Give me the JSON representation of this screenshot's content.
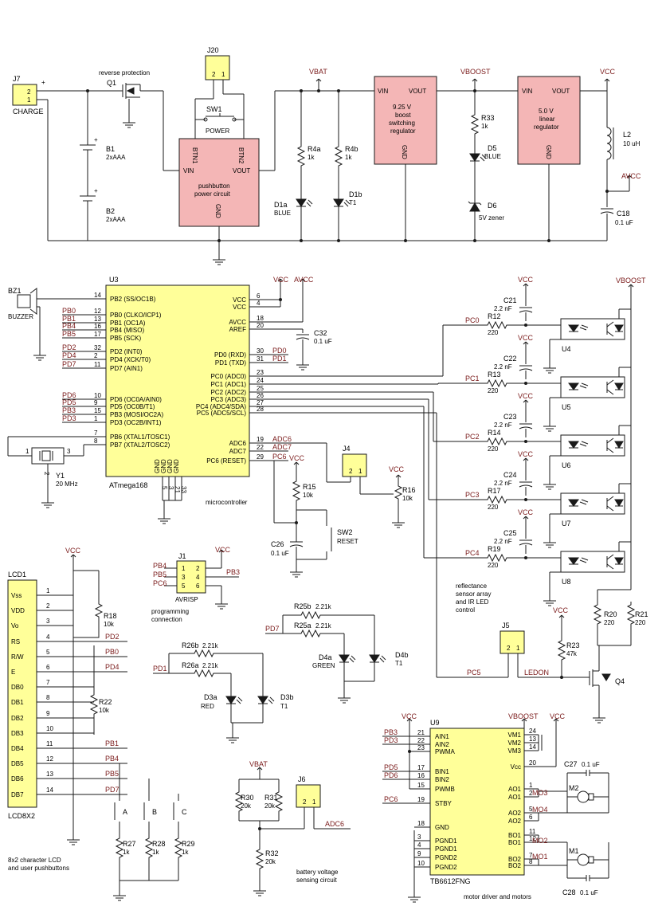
{
  "power": {
    "j7": {
      "ref": "J7",
      "label": "CHARGE",
      "pin2": "2",
      "pin1": "1",
      "plus": "+"
    },
    "q1": {
      "ref": "Q1",
      "label": "reverse protection"
    },
    "b1": {
      "ref": "B1",
      "value": "2xAAA"
    },
    "b2": {
      "ref": "B2",
      "value": "2xAAA"
    },
    "j20": {
      "ref": "J20",
      "pin2": "2",
      "pin1": "1"
    },
    "sw1": {
      "ref": "SW1",
      "label": "POWER"
    },
    "pb": {
      "btn1": "BTN1",
      "btn2": "BTN2",
      "vin": "VIN",
      "vout": "VOUT",
      "gnd": "GND",
      "line1": "pushbutton",
      "line2": "power circuit"
    },
    "vbat": "VBAT",
    "r4a": {
      "ref": "R4a",
      "value": "1k"
    },
    "r4b": {
      "ref": "R4b",
      "value": "1k"
    },
    "d1a": {
      "ref": "D1a",
      "color": "BLUE"
    },
    "d1b": {
      "ref": "D1b",
      "net": "T1"
    },
    "boost": {
      "vin": "VIN",
      "vout": "VOUT",
      "gnd": "GND",
      "l1": "9.25 V",
      "l2": "boost",
      "l3": "switching",
      "l4": "regulator"
    },
    "vboost": "VBOOST",
    "r33": {
      "ref": "R33",
      "value": "1k"
    },
    "d5": {
      "ref": "D5",
      "color": "BLUE"
    },
    "d6": {
      "ref": "D6",
      "value": "5V zener"
    },
    "lin": {
      "vin": "VIN",
      "vout": "VOUT",
      "gnd": "GND",
      "l1": "5.0 V",
      "l2": "linear",
      "l3": "regulator"
    },
    "vcc": "VCC",
    "l2": {
      "ref": "L2",
      "value": "10 uH"
    },
    "avcc": "AVCC",
    "c18": {
      "ref": "C18",
      "value": "0.1 uF"
    }
  },
  "mcu": {
    "ref": "U3",
    "part": "ATmega168",
    "caption": "microcontroller",
    "left_pins": [
      {
        "num": "14",
        "net": "",
        "name": "PB2 (SS/OC1B)"
      },
      {
        "num": "12",
        "net": "PB0",
        "name": "PB0 (CLKO/ICP1)"
      },
      {
        "num": "13",
        "net": "PB1",
        "name": "PB1 (OC1A)"
      },
      {
        "num": "16",
        "net": "PB4",
        "name": "PB4 (MISO)"
      },
      {
        "num": "17",
        "net": "PB5",
        "name": "PB5 (SCK)"
      },
      {
        "num": "32",
        "net": "PD2",
        "name": "PD2 (INT0)"
      },
      {
        "num": "2",
        "net": "PD4",
        "name": "PD4 (XCK/T0)"
      },
      {
        "num": "11",
        "net": "PD7",
        "name": "PD7 (AIN1)"
      },
      {
        "num": "10",
        "net": "PD6",
        "name": "PD6 (OC0A/AIN0)"
      },
      {
        "num": "9",
        "net": "PD5",
        "name": "PD5 (OC0B/T1)"
      },
      {
        "num": "15",
        "net": "PB3",
        "name": "PB3 (MOSI/OC2A)"
      },
      {
        "num": "1",
        "net": "PD3",
        "name": "PD3 (OC2B/INT1)"
      },
      {
        "num": "7",
        "net": "",
        "name": "PB6 (XTAL1/TOSC1)"
      },
      {
        "num": "8",
        "net": "",
        "name": "PB7 (XTAL2/TOSC2)"
      }
    ],
    "right_pins": [
      {
        "num": "6",
        "name": "VCC",
        "net": ""
      },
      {
        "num": "4",
        "name": "VCC",
        "net": ""
      },
      {
        "num": "18",
        "name": "AVCC",
        "net": ""
      },
      {
        "num": "20",
        "name": "AREF",
        "net": ""
      },
      {
        "num": "30",
        "name": "PD0 (RXD)",
        "net": "PD0"
      },
      {
        "num": "31",
        "name": "PD1 (TXD)",
        "net": "PD1"
      },
      {
        "num": "23",
        "name": "PC0 (ADC0)",
        "net": ""
      },
      {
        "num": "24",
        "name": "PC1 (ADC1)",
        "net": ""
      },
      {
        "num": "25",
        "name": "PC2 (ADC2)",
        "net": ""
      },
      {
        "num": "26",
        "name": "PC3 (ADC3)",
        "net": ""
      },
      {
        "num": "27",
        "name": "PC4 (ADC4/SDA)",
        "net": ""
      },
      {
        "num": "28",
        "name": "PC5 (ADC5/SCL)",
        "net": ""
      },
      {
        "num": "19",
        "name": "ADC6",
        "net": "ADC6"
      },
      {
        "num": "22",
        "name": "ADC7",
        "net": "ADC7"
      },
      {
        "num": "29",
        "name": "PC6 (RESET)",
        "net": "PC6"
      }
    ],
    "gnd_pins": [
      "5",
      "3",
      "21",
      "33"
    ],
    "gnd_label": "GND",
    "vcc": "VCC",
    "avcc": "AVCC",
    "c32": {
      "ref": "C32",
      "value": "0.1 uF"
    },
    "bz1": {
      "ref": "BZ1",
      "label": "BUZZER"
    },
    "y1": {
      "ref": "Y1",
      "value": "20 MHz",
      "p1": "1",
      "p2": "2",
      "p3": "3"
    },
    "j4": {
      "ref": "J4",
      "p2": "2",
      "p1": "1"
    },
    "r16": {
      "ref": "R16",
      "value": "10k"
    },
    "r15": {
      "ref": "R15",
      "value": "10k"
    },
    "c26": {
      "ref": "C26",
      "value": "0.1 uF"
    },
    "sw2": {
      "ref": "SW2",
      "label": "RESET"
    }
  },
  "sensors": {
    "vcc": "VCC",
    "vboost": "VBOOST",
    "channels": [
      {
        "cap": "C21",
        "capv": "2.2 nF",
        "net": "PC0",
        "res": "R12",
        "resv": "220",
        "ref": "U4"
      },
      {
        "cap": "C22",
        "capv": "2.2 nF",
        "net": "PC1",
        "res": "R13",
        "resv": "220",
        "ref": "U5"
      },
      {
        "cap": "C23",
        "capv": "2.2 nF",
        "net": "PC2",
        "res": "R14",
        "resv": "220",
        "ref": "U6"
      },
      {
        "cap": "C24",
        "capv": "2.2 nF",
        "net": "PC3",
        "res": "R17",
        "resv": "220",
        "ref": "U7"
      },
      {
        "cap": "C25",
        "capv": "2.2 nF",
        "net": "PC4",
        "res": "R19",
        "resv": "220",
        "ref": "U8"
      }
    ],
    "caption": [
      "reflectance",
      "sensor array",
      "and IR LED",
      "control"
    ],
    "r20": {
      "ref": "R20",
      "value": "220"
    },
    "r21": {
      "ref": "R21",
      "value": "220"
    },
    "r23": {
      "ref": "R23",
      "value": "47k"
    },
    "j5": {
      "ref": "J5",
      "p2": "2",
      "p1": "1"
    },
    "q4": {
      "ref": "Q4"
    },
    "pc5": "PC5",
    "ledon": "LEDON"
  },
  "isp": {
    "ref": "J1",
    "label": "AVRISP",
    "caption1": "programming",
    "caption2": "connection",
    "vcc": "VCC",
    "nets_left": [
      "PB4",
      "PB5",
      "PC6"
    ],
    "net_right": "PB3",
    "pins": [
      "1",
      "2",
      "3",
      "4",
      "5",
      "6"
    ]
  },
  "leds": {
    "r25b": {
      "ref": "R25b",
      "value": "2.21k"
    },
    "r25a": {
      "ref": "R25a",
      "value": "2.21k"
    },
    "pd7": "PD7",
    "d4a": {
      "ref": "D4a",
      "color": "GREEN"
    },
    "d4b": {
      "ref": "D4b",
      "net": "T1"
    },
    "r26b": {
      "ref": "R26b",
      "value": "2.21k"
    },
    "r26a": {
      "ref": "R26a",
      "value": "2.21k"
    },
    "pd1": "PD1",
    "d3a": {
      "ref": "D3a",
      "color": "RED"
    },
    "d3b": {
      "ref": "D3b",
      "net": "T1"
    }
  },
  "lcd": {
    "ref": "LCD1",
    "part": "LCD8X2",
    "vcc": "VCC",
    "pins": [
      {
        "name": "Vss",
        "num": "1"
      },
      {
        "name": "VDD",
        "num": "2"
      },
      {
        "name": "Vo",
        "num": "3"
      },
      {
        "name": "RS",
        "num": "4"
      },
      {
        "name": "R/W",
        "num": "5"
      },
      {
        "name": "E",
        "num": "6"
      },
      {
        "name": "DB0",
        "num": "7"
      },
      {
        "name": "DB1",
        "num": "8"
      },
      {
        "name": "DB2",
        "num": "9"
      },
      {
        "name": "DB3",
        "num": "10"
      },
      {
        "name": "DB4",
        "num": "11"
      },
      {
        "name": "DB5",
        "num": "12"
      },
      {
        "name": "DB6",
        "num": "13"
      },
      {
        "name": "DB7",
        "num": "14"
      }
    ],
    "nets": {
      "rs": "PD2",
      "rw": "PB0",
      "e": "PD4",
      "db4": "PB1",
      "db5": "PB4",
      "db6": "PB5",
      "db7": "PD7"
    },
    "r18": {
      "ref": "R18",
      "value": "10k"
    },
    "r22": {
      "ref": "R22",
      "value": "10k"
    },
    "buttons": [
      "A",
      "B",
      "C"
    ],
    "r27": {
      "ref": "R27",
      "value": "1k"
    },
    "r28": {
      "ref": "R28",
      "value": "1k"
    },
    "r29": {
      "ref": "R29",
      "value": "1k"
    },
    "caption1": "8x2 character LCD",
    "caption2": "and user pushbuttons"
  },
  "battery": {
    "vbat": "VBAT",
    "r30": {
      "ref": "R30",
      "value": "20k"
    },
    "r31": {
      "ref": "R31",
      "value": "20k"
    },
    "r32": {
      "ref": "R32",
      "value": "20k"
    },
    "j6": {
      "ref": "J6",
      "p2": "2",
      "p1": "1"
    },
    "adc6": "ADC6",
    "caption1": "battery voltage",
    "caption2": "sensing circuit"
  },
  "motor": {
    "ref": "U9",
    "part": "TB6612FNG",
    "caption": "motor driver and motors",
    "vcc": "VCC",
    "vboost": "VBOOST",
    "left": [
      {
        "num": "21",
        "name": "AIN1",
        "net": "PB3"
      },
      {
        "num": "22",
        "name": "AIN2",
        "net": "PD3"
      },
      {
        "num": "23",
        "name": "PWMA",
        "net": ""
      },
      {
        "num": "17",
        "name": "BIN1",
        "net": "PD5"
      },
      {
        "num": "16",
        "name": "BIN2",
        "net": "PD6"
      },
      {
        "num": "15",
        "name": "PWMB",
        "net": ""
      },
      {
        "num": "19",
        "name": "STBY",
        "net": "PC6"
      },
      {
        "num": "18",
        "name": "GND",
        "net": ""
      },
      {
        "num": "3",
        "name": "PGND1",
        "net": ""
      },
      {
        "num": "4",
        "name": "PGND1",
        "net": ""
      },
      {
        "num": "9",
        "name": "PGND2",
        "net": ""
      },
      {
        "num": "10",
        "name": "PGND2",
        "net": ""
      }
    ],
    "right": [
      {
        "num": "24",
        "name": "VM1"
      },
      {
        "num": "13",
        "name": "VM2"
      },
      {
        "num": "14",
        "name": "VM3"
      },
      {
        "num": "20",
        "name": "Vcc"
      },
      {
        "num": "1",
        "name": "AO1"
      },
      {
        "num": "2",
        "name": "AO1"
      },
      {
        "num": "5",
        "name": "AO2"
      },
      {
        "num": "6",
        "name": "AO2"
      },
      {
        "num": "11",
        "name": "BO1"
      },
      {
        "num": "12",
        "name": "BO1"
      },
      {
        "num": "7",
        "name": "BO2"
      },
      {
        "num": "8",
        "name": "BO2"
      }
    ],
    "mo3": "MO3",
    "mo4": "MO4",
    "mo2": "MO2",
    "mo1": "MO1",
    "c27": {
      "ref": "C27",
      "value": "0.1 uF"
    },
    "c28": {
      "ref": "C28",
      "value": "0.1 uF"
    },
    "m2": "M2",
    "m1": "M1"
  }
}
